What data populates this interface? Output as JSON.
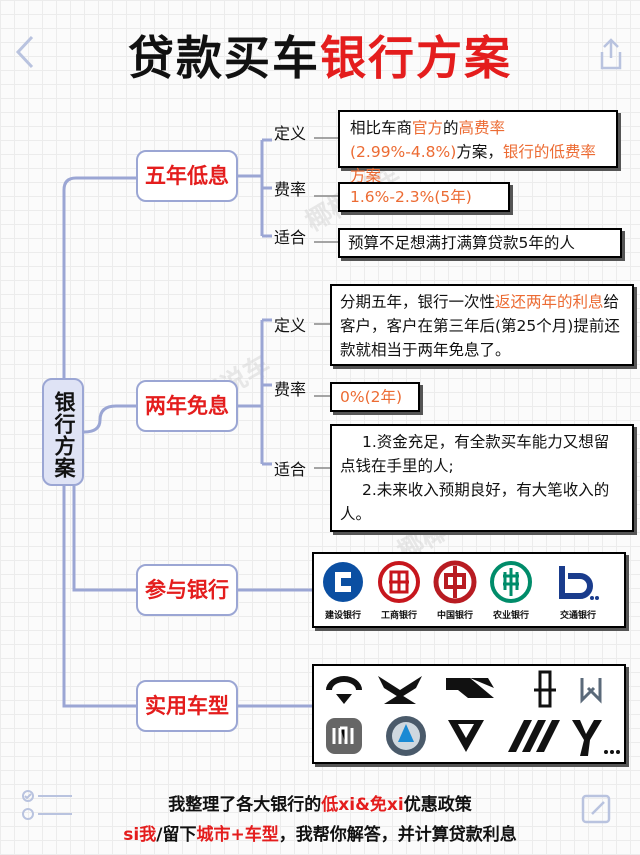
{
  "title": {
    "part1": "贷款买车",
    "part2": "银行方案"
  },
  "root": "银行方案",
  "branches": {
    "b1": "五年低息",
    "b2": "两年免息",
    "b3": "参与银行",
    "b4": "实用车型"
  },
  "labels": {
    "define": "定义",
    "rate": "费率",
    "fit": "适合"
  },
  "b1_define": {
    "t1": "相比车商",
    "t2": "官方",
    "t3": "的",
    "t4": "高费率",
    "t5": "(2.99%-4.8%)",
    "t6": "方案，",
    "t7": "银行的低费率方案"
  },
  "b1_rate": "1.6%-2.3%(5年)",
  "b1_fit": "预算不足想满打满算贷款5年的人",
  "b2_define": {
    "t1": "分期五年，银行一次性",
    "t2": "返还两年的利息",
    "t3": "给客户，客户在第三年后(第25个月)提前还款就相当于两年免息了。"
  },
  "b2_rate": "0%(2年)",
  "b2_fit": {
    "l1": "1.资金充足，有全款买车能力又想留点钱在手里的人;",
    "l2": "2.未来收入预期良好，有大笔收入的人。"
  },
  "banks": [
    "建设银行",
    "工商银行",
    "中国银行",
    "农业银行",
    "交通银行"
  ],
  "watermark": "椰椰说车",
  "footer": {
    "l1a": "我整理了各大银行的",
    "l1b": "低xi&免xi",
    "l1c": "优惠政策",
    "l2a": "si我",
    "l2b": "/留下",
    "l2c": "城市+车型",
    "l2d": "，我帮你解答，并计算贷款利息"
  },
  "colors": {
    "accent": "#e41d1d",
    "orange": "#ec6b33",
    "line": "#9ba6d4"
  }
}
